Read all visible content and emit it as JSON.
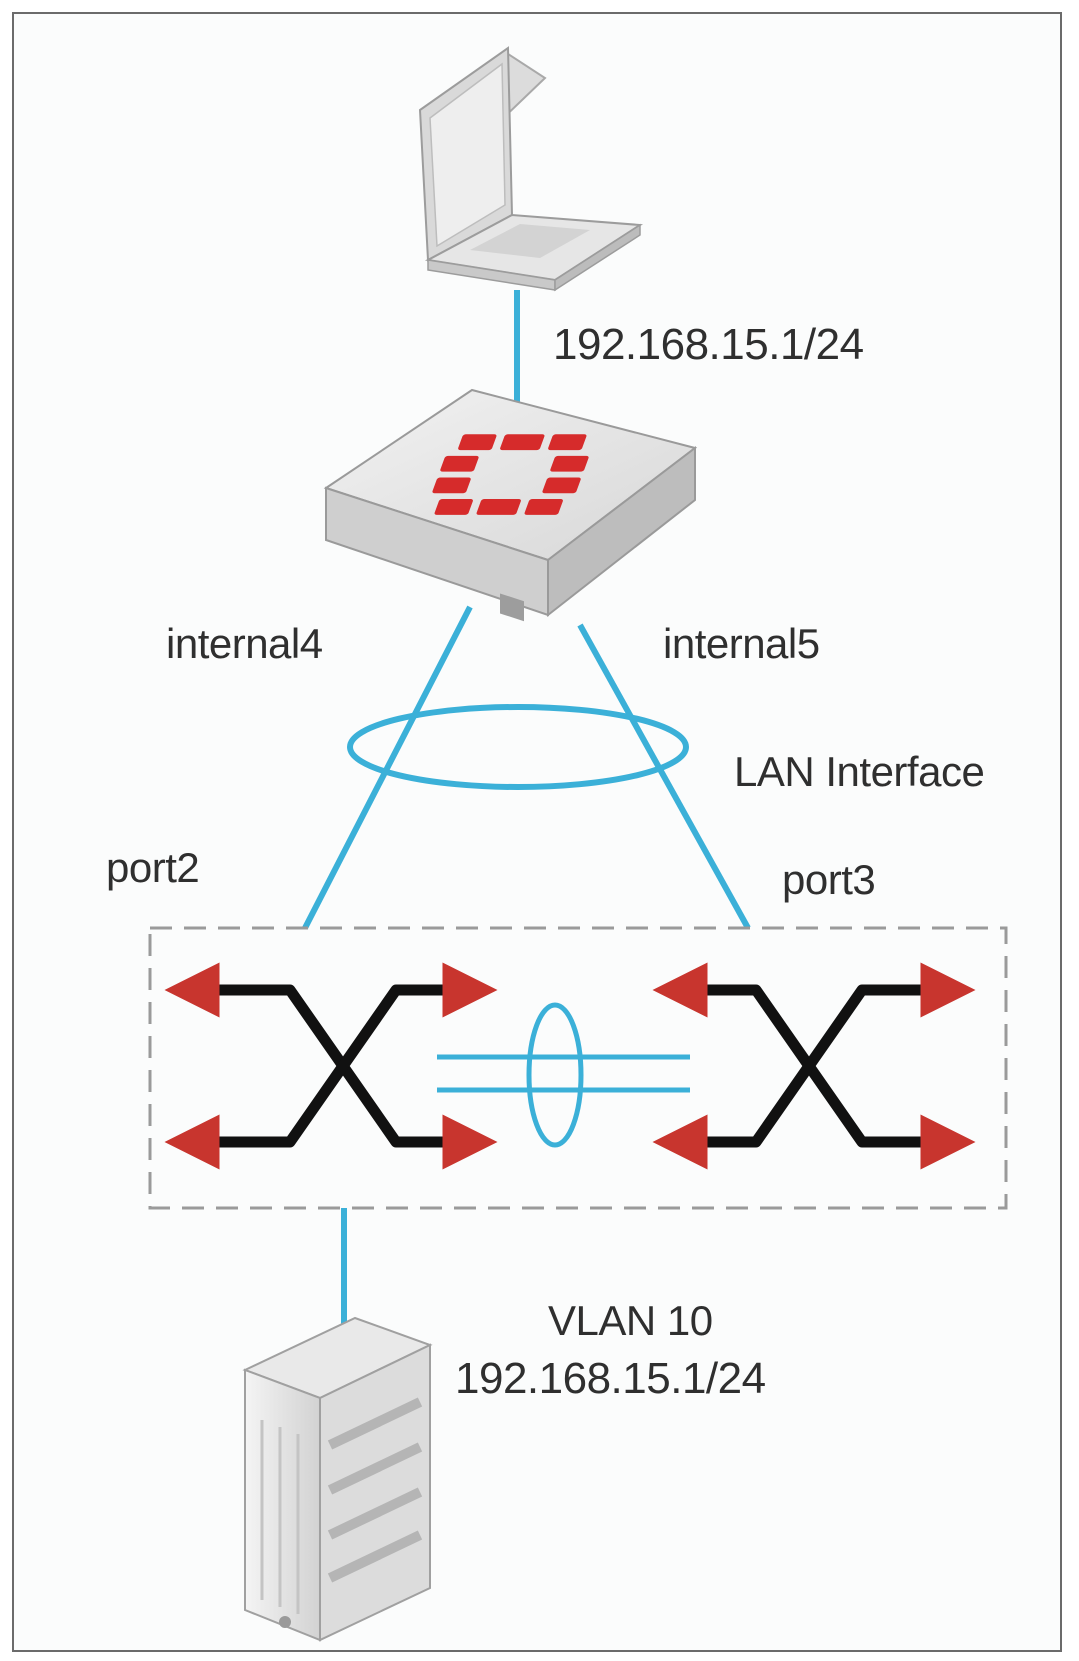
{
  "labels": {
    "laptop_ip": "192.168.15.1/24",
    "firewall_port_left": "internal4",
    "firewall_port_right": "internal5",
    "aggregate": "LAN Interface",
    "switch_port_left": "port2",
    "switch_port_right": "port3",
    "server_vlan": "VLAN 10",
    "server_ip": "192.168.15.1/24"
  },
  "colors": {
    "link": "#3bb0d8",
    "switch_arrow": "#111111",
    "arrowhead": "#c8352e",
    "fortinet_logo": "#d62b2b",
    "dashed_box": "#9a9a9a"
  },
  "icons": [
    "laptop-icon",
    "fortigate-firewall-icon",
    "switch-icon",
    "server-icon"
  ]
}
